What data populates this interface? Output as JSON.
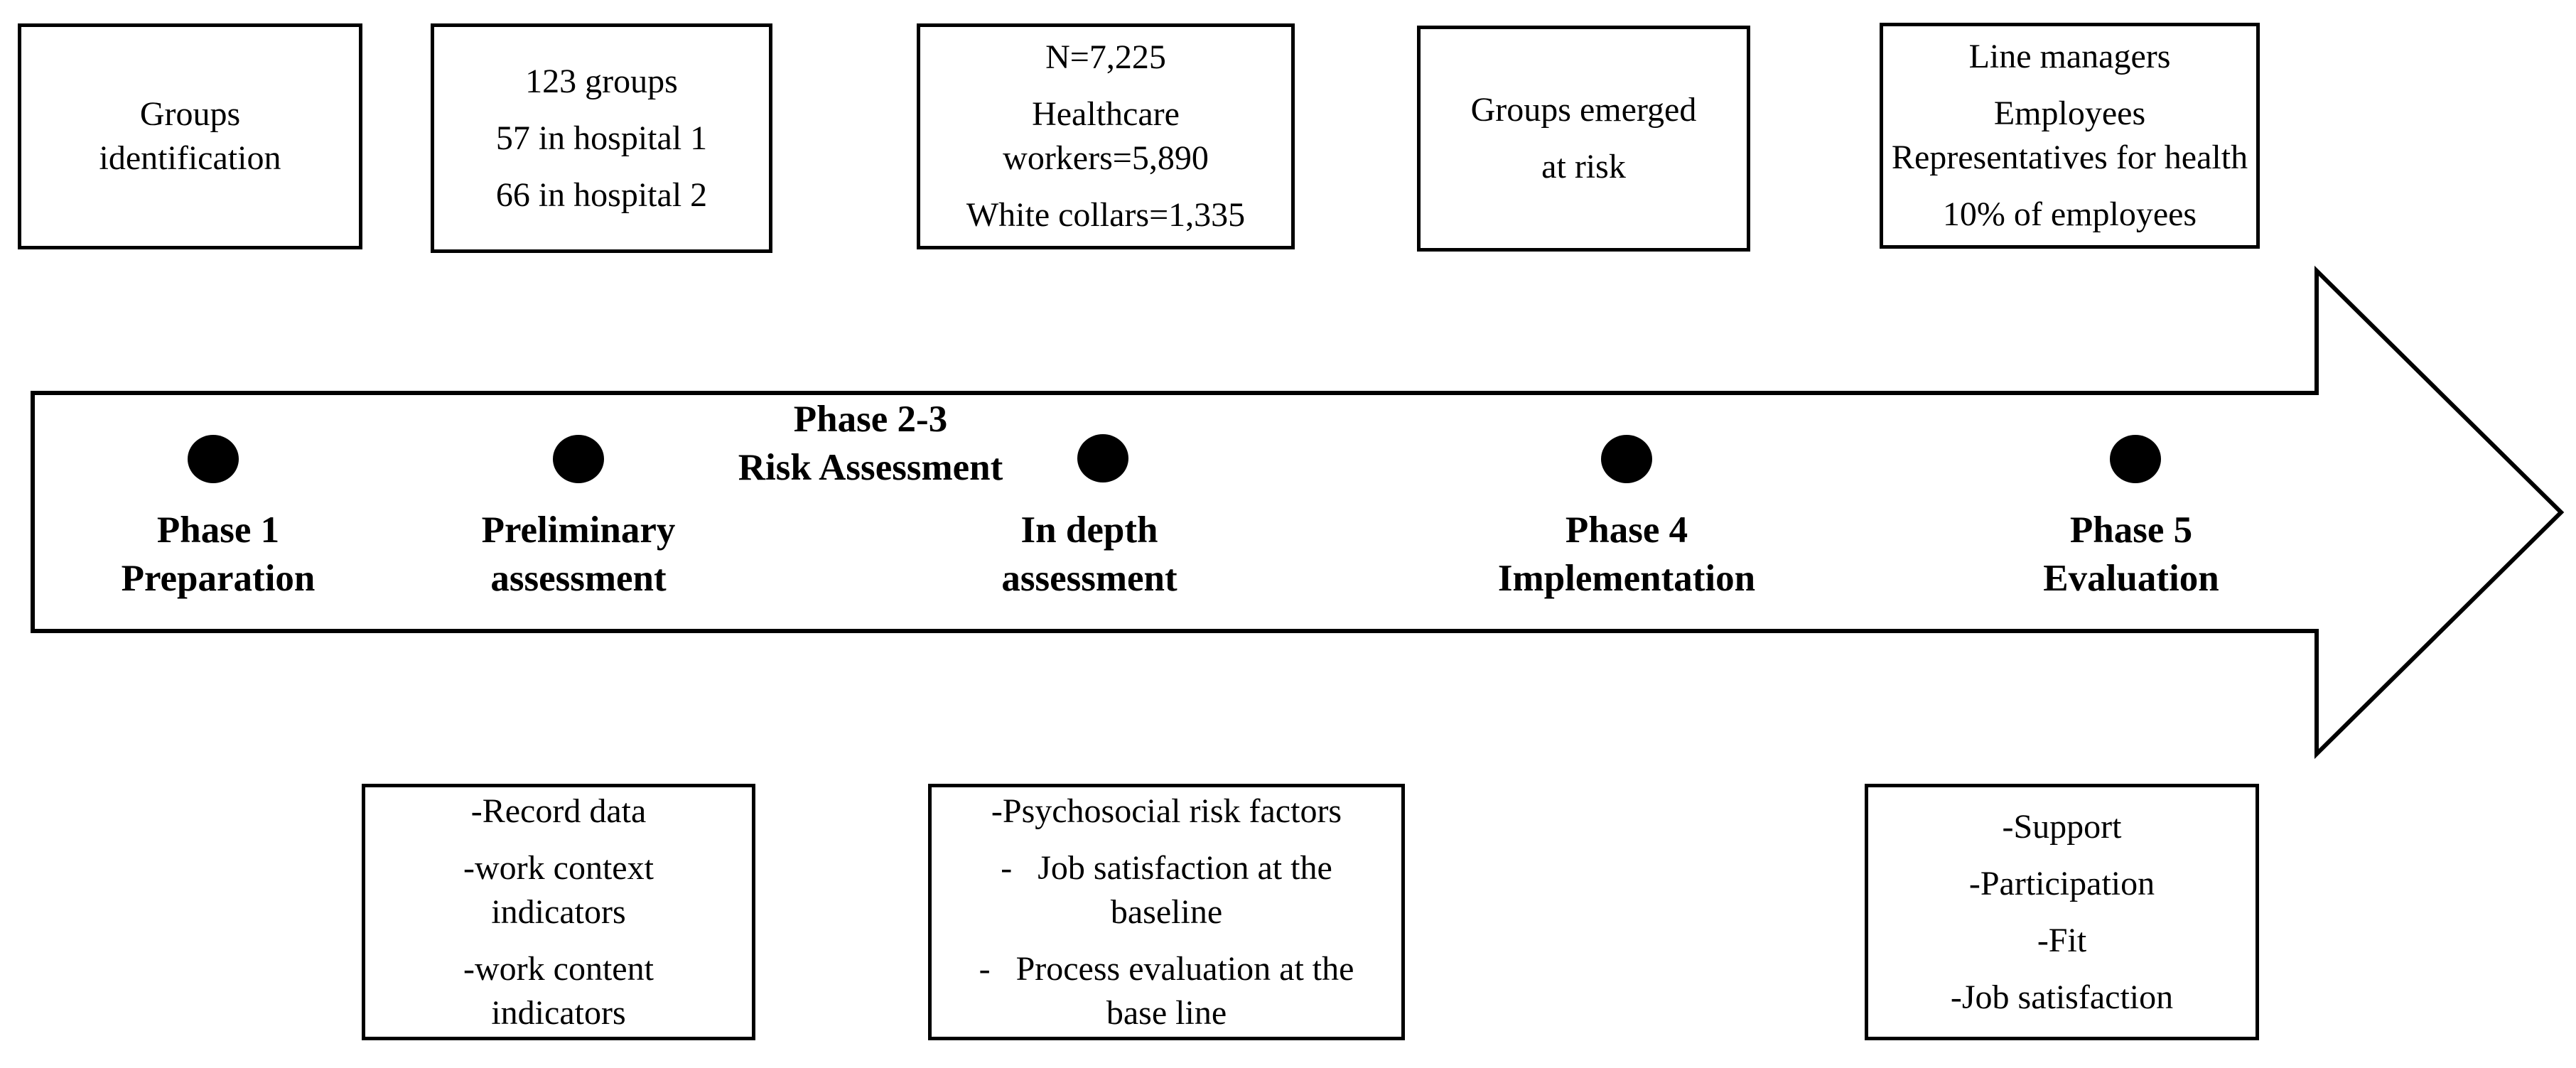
{
  "diagram": {
    "colors": {
      "ink": "#000000",
      "background": "#ffffff"
    },
    "top_boxes": [
      {
        "key": "groups-identification",
        "paragraphs": [
          [
            "Groups",
            "identification"
          ]
        ]
      },
      {
        "key": "group-counts",
        "paragraphs": [
          [
            "123 groups"
          ],
          [
            "57 in hospital 1"
          ],
          [
            "66 in hospital 2"
          ]
        ]
      },
      {
        "key": "sample-size",
        "paragraphs": [
          [
            "N=7,225"
          ],
          [
            "Healthcare",
            "workers=5,890"
          ],
          [
            "White collars=1,335"
          ]
        ]
      },
      {
        "key": "groups-at-risk",
        "paragraphs": [
          [
            "Groups emerged"
          ],
          [
            "at risk"
          ]
        ]
      },
      {
        "key": "stakeholders",
        "paragraphs": [
          [
            "Line managers"
          ],
          [
            "Employees",
            "Representatives for health"
          ],
          [
            "10% of employees"
          ]
        ]
      }
    ],
    "timeline": {
      "phase23_title": [
        "Phase 2-3",
        "Risk Assessment"
      ],
      "phases": [
        {
          "lines": [
            "Phase 1",
            "Preparation"
          ]
        },
        {
          "lines": [
            "Preliminary",
            "assessment"
          ]
        },
        {
          "lines": [
            "In depth",
            "assessment"
          ]
        },
        {
          "lines": [
            "Phase 4",
            "Implementation"
          ]
        },
        {
          "lines": [
            "Phase 5",
            "Evaluation"
          ]
        }
      ]
    },
    "bottom_boxes": [
      {
        "key": "preparation-indicators",
        "paragraphs": [
          [
            "-Record data"
          ],
          [
            "-work context",
            "indicators"
          ],
          [
            "-work content",
            "indicators"
          ]
        ]
      },
      {
        "key": "assessment-measures",
        "paragraphs": [
          [
            "-Psychosocial risk factors"
          ],
          [
            "-   Job satisfaction at the",
            "baseline"
          ],
          [
            "-   Process evaluation at the",
            "base line"
          ]
        ]
      },
      {
        "key": "evaluation-measures",
        "paragraphs": [
          [
            "-Support"
          ],
          [
            "-Participation"
          ],
          [
            "-Fit"
          ],
          [
            "-Job satisfaction"
          ]
        ]
      }
    ]
  }
}
